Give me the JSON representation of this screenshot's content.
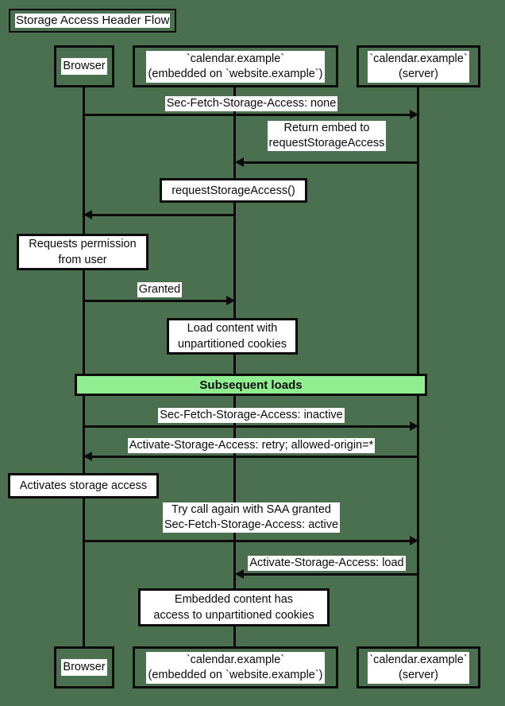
{
  "diagram": {
    "title": "Storage Access Header Flow",
    "background_color": "#4a7050",
    "line_color": "#0b0b0b",
    "label_background": "#ffffff",
    "band_color": "#90ee90"
  },
  "participants": [
    {
      "id": "browser",
      "label": "Browser"
    },
    {
      "id": "embed",
      "label": "`calendar.example`\n(embedded on `website.example`)"
    },
    {
      "id": "server",
      "label": "`calendar.example`\n(server)"
    }
  ],
  "messages": [
    {
      "id": "m1",
      "label": "Sec-Fetch-Storage-Access: none",
      "from": "browser",
      "to": "server",
      "direction": "right"
    },
    {
      "id": "m2",
      "label": "Return embed to\nrequestStorageAccess",
      "from": "server",
      "to": "embed",
      "direction": "left"
    },
    {
      "id": "m3",
      "label": "requestStorageAccess()",
      "from": "embed",
      "to": "browser",
      "direction": "left",
      "boxed": true
    },
    {
      "id": "m4",
      "label": "Granted",
      "from": "browser",
      "to": "embed",
      "direction": "right"
    },
    {
      "id": "m5",
      "label": "Sec-Fetch-Storage-Access: inactive",
      "from": "browser",
      "to": "server",
      "direction": "right"
    },
    {
      "id": "m6",
      "label": "Activate-Storage-Access: retry; allowed-origin=*",
      "from": "server",
      "to": "browser",
      "direction": "left"
    },
    {
      "id": "m7",
      "label": "Try call again with SAA granted\nSec-Fetch-Storage-Access: active",
      "from": "browser",
      "to": "server",
      "direction": "right"
    },
    {
      "id": "m8",
      "label": "Activate-Storage-Access: load",
      "from": "server",
      "to": "embed",
      "direction": "left"
    }
  ],
  "notes": [
    {
      "id": "n1",
      "label": "Requests permission\nfrom user",
      "over": "browser"
    },
    {
      "id": "n2",
      "label": "Load content with\nunpartitioned cookies",
      "over": "embed"
    },
    {
      "id": "n3",
      "label": "Activates storage access",
      "over": "browser"
    },
    {
      "id": "n4",
      "label": "Embedded content has\naccess to unpartitioned cookies",
      "over": "embed"
    }
  ],
  "bands": [
    {
      "id": "b1",
      "label": "Subsequent loads"
    }
  ]
}
